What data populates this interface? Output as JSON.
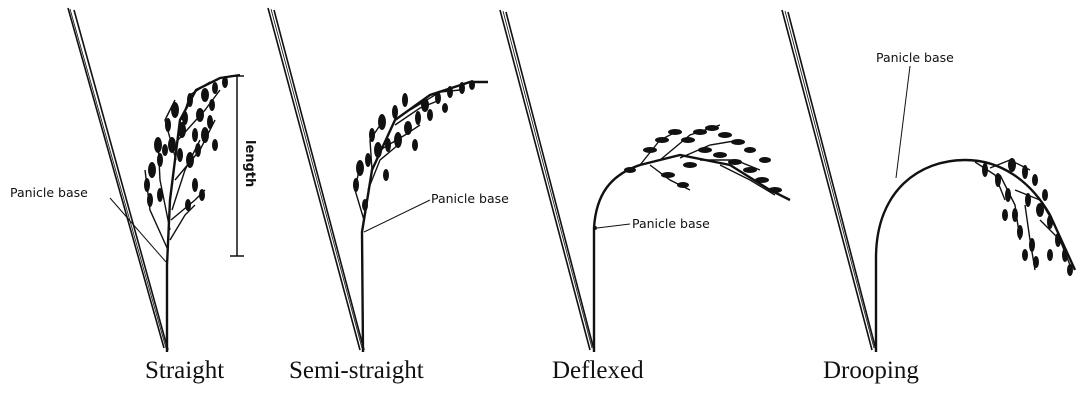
{
  "diagram": {
    "types": [
      {
        "label": "Straight",
        "annotation": "Panicle base",
        "measure_label": "length"
      },
      {
        "label": "Semi-straight",
        "annotation": "Panicle base"
      },
      {
        "label": "Deflexed",
        "annotation": "Panicle base"
      },
      {
        "label": "Drooping",
        "annotation": "Panicle base"
      }
    ],
    "colors": {
      "ink": "#111111",
      "background": "#ffffff"
    }
  }
}
